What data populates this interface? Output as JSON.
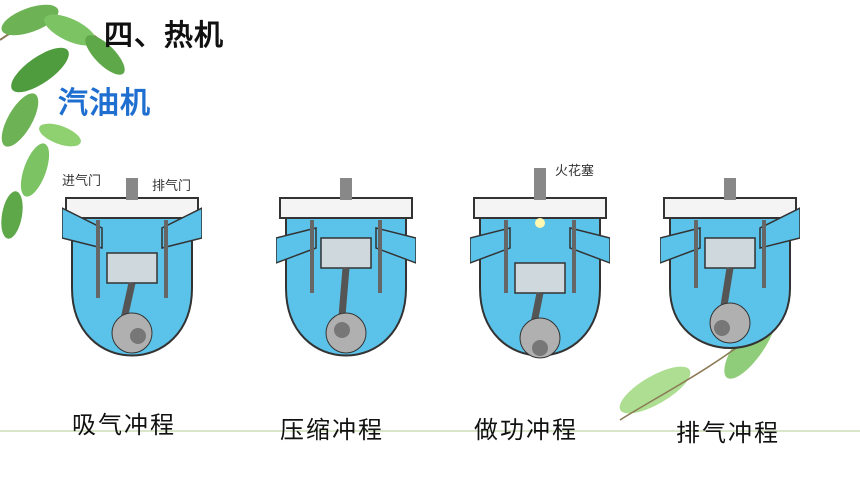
{
  "slide": {
    "title": "四、热机",
    "subtitle": "汽油机"
  },
  "labels": {
    "intake_valve": "进气门",
    "exhaust_valve": "排气门",
    "spark_plug": "火花塞"
  },
  "strokes": [
    {
      "caption": "吸气冲程"
    },
    {
      "caption": "压缩冲程"
    },
    {
      "caption": "做功冲程"
    },
    {
      "caption": "排气冲程"
    }
  ],
  "colors": {
    "coolant_blue": "#5bc3ea",
    "metal_gray": "#9a9a9a",
    "title_blue": "#1f6fd0",
    "leaf_green": "#5fa84a"
  }
}
